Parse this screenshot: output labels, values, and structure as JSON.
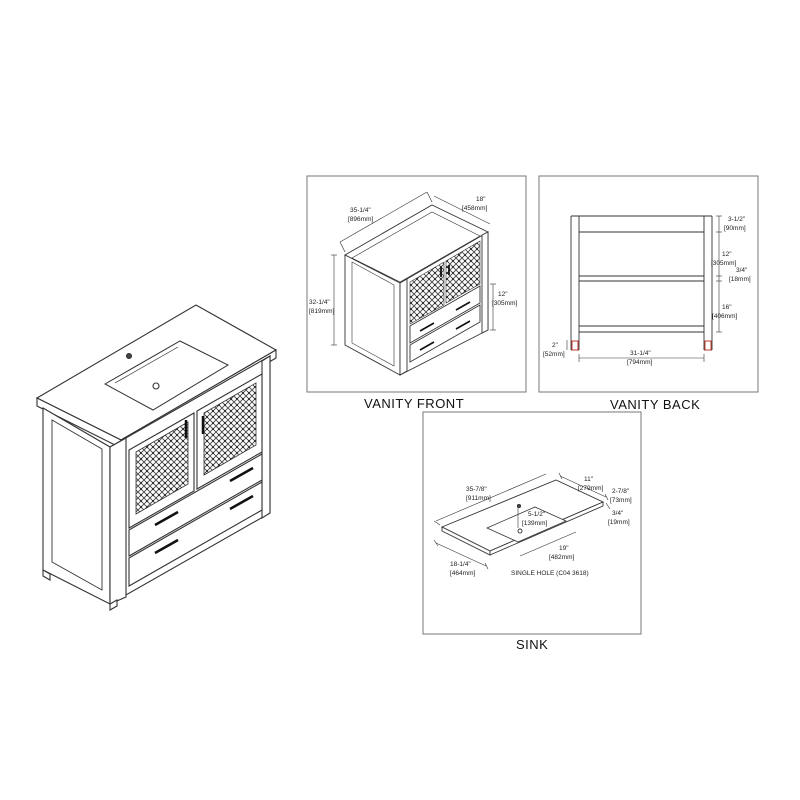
{
  "captions": {
    "vanity_front": "VANITY FRONT",
    "vanity_back": "VANITY BACK",
    "sink": "SINK"
  },
  "front_dims": {
    "width_in": "35-1/4\"",
    "width_mm": "[896mm]",
    "depth_in": "18\"",
    "depth_mm": "[458mm]",
    "height_in": "32-1/4\"",
    "height_mm": "[819mm]",
    "door_in": "12\"",
    "door_mm": "[305mm]"
  },
  "back_dims": {
    "top_in": "3-1/2\"",
    "top_mm": "[90mm]",
    "mid_in": "12\"",
    "mid_mm": "[305mm]",
    "shelf_in": "3/4\"",
    "shelf_mm": "[18mm]",
    "low_in": "16\"",
    "low_mm": "[406mm]",
    "leg_in": "2\"",
    "leg_mm": "[52mm]",
    "inner_in": "31-1/4\"",
    "inner_mm": "[794mm]"
  },
  "sink_dims": {
    "width_in": "35-7/8\"",
    "width_mm": "[911mm]",
    "back_in": "11\"",
    "back_mm": "[279mm]",
    "side_in": "2-7/8\"",
    "side_mm": "[73mm]",
    "thick_in": "3/4\"",
    "thick_mm": "[19mm]",
    "bowl_in": "5-1/2\"",
    "bowl_mm": "[139mm]",
    "bowl_w_in": "19\"",
    "bowl_w_mm": "[482mm]",
    "depth_in": "18-1/4\"",
    "depth_mm": "[464mm]",
    "note": "SINGLE HOLE (C04 3618)"
  },
  "colors": {
    "line": "#333333",
    "frame": "#777777",
    "leg_accent": "#c0392b"
  }
}
